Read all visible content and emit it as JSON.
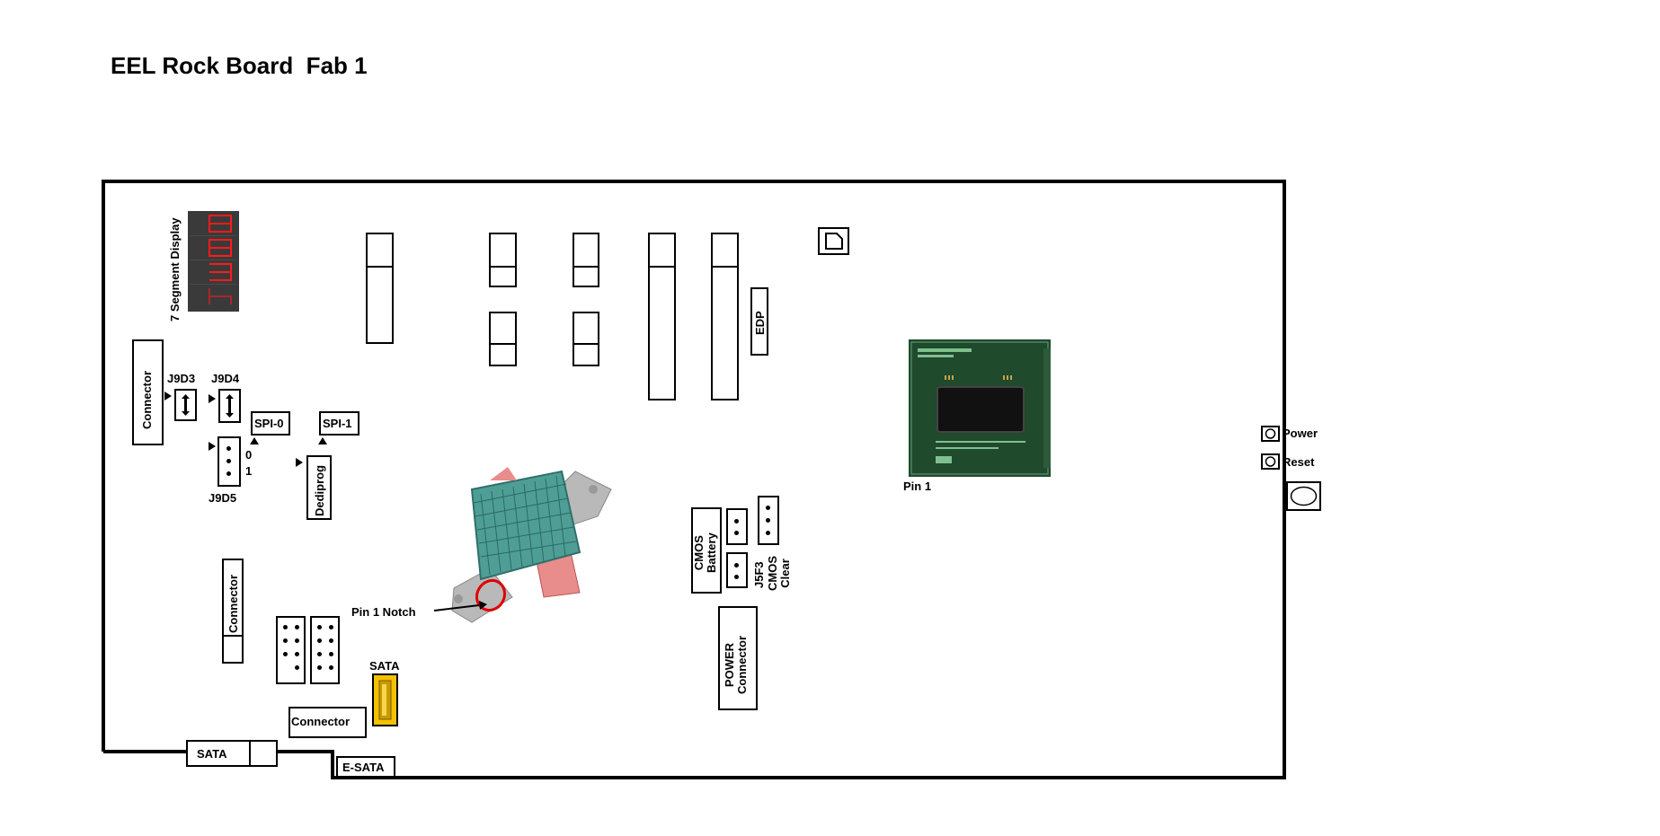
{
  "title": "EEL Rock Board  Fab 1",
  "labels": {
    "seven_segment": "7 Segment Display",
    "connector_left": "Connector",
    "j9d3": "J9D3",
    "j9d4": "J9D4",
    "j9d5": "J9D5",
    "j9d5_pos0": "0",
    "j9d5_pos1": "1",
    "spi0": "SPI-0",
    "spi1": "SPI-1",
    "dediprog": "Dediprog",
    "edp": "EDP",
    "pin1_notch": "Pin 1 Notch",
    "connector_mid": "Connector",
    "sata_top": "SATA",
    "connector_bottom": "Connector",
    "sata_bottom": "SATA",
    "esata": "E-SATA",
    "cmos_battery": "CMOS\nBattery",
    "j5f3": "J5F3",
    "cmos_clear": "CMOS\nClear",
    "power_connector": "POWER\nConnector",
    "cpu_pin1": "Pin 1",
    "power": "Power",
    "reset": "Reset"
  },
  "colors": {
    "board_outline": "#000000",
    "seven_segment_bg": "#3a3a3a",
    "seven_segment_on": "#ff1a1a",
    "sata_fill": "#f2c200",
    "pin1_circle": "#e00000",
    "heatsink": "#4f9e96",
    "bracket": "#b9b9b9",
    "cpu_substrate": "#1f4a2c",
    "cpu_die": "#111111"
  },
  "icons": {
    "jumper": "jumper-2pin-icon",
    "button": "tact-switch-icon",
    "cpu": "cpu-chip-icon",
    "heatsink": "heatsink-icon"
  }
}
